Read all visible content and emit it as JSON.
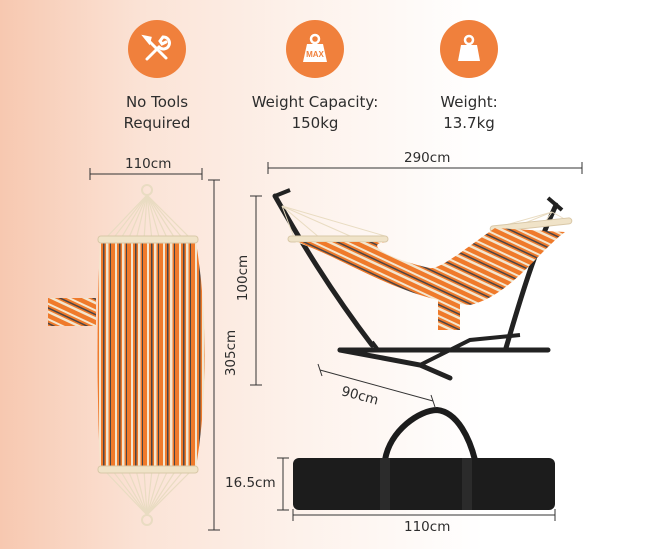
{
  "features": [
    {
      "icon": "tools-icon",
      "line1": "No Tools",
      "line2": "Required"
    },
    {
      "icon": "max-weight-icon",
      "badge_text": "MAX",
      "line1": "Weight Capacity:",
      "line2": "150kg"
    },
    {
      "icon": "weight-icon",
      "line1": "Weight:",
      "line2": "13.7kg"
    }
  ],
  "hammock_dimensions": {
    "width": "110cm",
    "length": "305cm"
  },
  "stand_dimensions": {
    "length": "290cm",
    "height": "100cm",
    "depth": "90cm"
  },
  "bag_dimensions": {
    "height": "16.5cm",
    "length": "110cm"
  },
  "colors": {
    "accent": "#f0803c",
    "stripe_orange": "#ef7a2b",
    "stripe_cream": "#f3e6cf",
    "stripe_dark": "#4a4546",
    "frame": "#222222",
    "bag": "#1c1c1c"
  }
}
